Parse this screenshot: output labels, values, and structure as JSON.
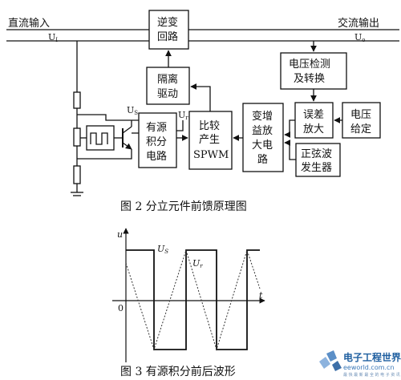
{
  "figure2": {
    "input_label": "直流输入",
    "input_symbol": "U",
    "input_sub": "I",
    "output_label": "交流输出",
    "output_symbol": "U",
    "output_sub": "o",
    "inverter": [
      "逆变",
      "回路"
    ],
    "isolation_drive": [
      "隔离",
      "驱动"
    ],
    "voltage_detect": [
      "电压检测",
      "及转换"
    ],
    "error_amp": [
      "误差",
      "放大"
    ],
    "voltage_ref": [
      "电压",
      "给定"
    ],
    "variable_gain_amp": [
      "变增",
      "益放",
      "大电",
      "路"
    ],
    "sine_generator": [
      "正弦波",
      "发生器"
    ],
    "comparator": [
      "比较",
      "产生",
      "SPWM"
    ],
    "integrator": [
      "有源",
      "积分",
      "电路"
    ],
    "us_symbol": "U",
    "us_sub": "S",
    "ur_symbol": "U",
    "ur_sub": "r",
    "caption": "图 2  分立元件前馈原理图"
  },
  "figure3": {
    "axis_y": "u",
    "axis_x": "t",
    "origin": "0",
    "us_symbol": "U",
    "us_sub": "S",
    "ur_symbol": "U",
    "ur_sub": "r",
    "caption": "图 3  有源积分前后波形"
  },
  "watermark": {
    "title": "电子工程世界",
    "url": "eeworld.com.cn",
    "tagline": "最 快 最 新 最 全 的 电 子 资 讯"
  }
}
